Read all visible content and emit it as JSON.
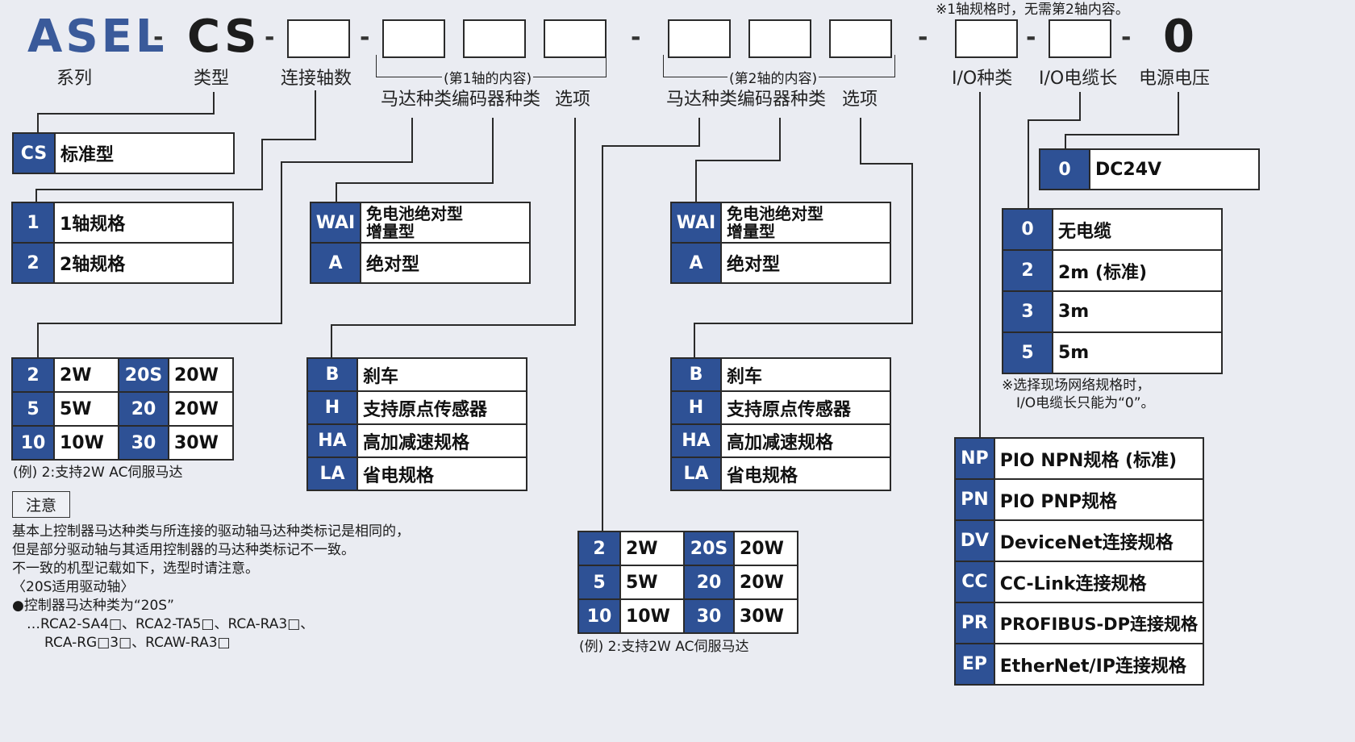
{
  "header": {
    "brand": "ASEL",
    "type": "CS",
    "tail": "0",
    "note_top": "※1轴规格时，无需第2轴内容。"
  },
  "labels": {
    "series": "系列",
    "type": "类型",
    "axes": "连接轴数",
    "axis1_group": "(第1轴的内容)",
    "axis2_group": "(第2轴的内容)",
    "motor": "马达种类",
    "encoder": "编码器种类",
    "option": "选项",
    "io_type": "I/O种类",
    "io_cable": "I/O电缆长",
    "voltage": "电源电压"
  },
  "type_table": [
    {
      "code": "CS",
      "desc": "标准型"
    }
  ],
  "axes_table": [
    {
      "code": "1",
      "desc": "1轴规格"
    },
    {
      "code": "2",
      "desc": "2轴规格"
    }
  ],
  "encoder_table": [
    {
      "code": "WAI",
      "desc": "免电池绝对型\n增量型"
    },
    {
      "code": "A",
      "desc": "绝对型"
    }
  ],
  "option_table": [
    {
      "code": "B",
      "desc": "刹车"
    },
    {
      "code": "H",
      "desc": "支持原点传感器"
    },
    {
      "code": "HA",
      "desc": "高加减速规格"
    },
    {
      "code": "LA",
      "desc": "省电规格"
    }
  ],
  "motor_table": [
    {
      "c1": "2",
      "d1": "2W",
      "c2": "20S",
      "d2": "20W"
    },
    {
      "c1": "5",
      "d1": "5W",
      "c2": "20",
      "d2": "20W"
    },
    {
      "c1": "10",
      "d1": "10W",
      "c2": "30",
      "d2": "30W"
    }
  ],
  "motor_example": "(例) 2:支持2W AC伺服马达",
  "voltage_table": [
    {
      "code": "0",
      "desc": "DC24V"
    }
  ],
  "cable_table": [
    {
      "code": "0",
      "desc": "无电缆"
    },
    {
      "code": "2",
      "desc": "2m (标准)"
    },
    {
      "code": "3",
      "desc": "3m"
    },
    {
      "code": "5",
      "desc": "5m"
    }
  ],
  "cable_note": [
    "※选择现场网络规格时，",
    "I/O电缆长只能为“0”。"
  ],
  "io_table": [
    {
      "code": "NP",
      "desc": "PIO NPN规格 (标准)"
    },
    {
      "code": "PN",
      "desc": "PIO PNP规格"
    },
    {
      "code": "DV",
      "desc": "DeviceNet连接规格"
    },
    {
      "code": "CC",
      "desc": "CC-Link连接规格"
    },
    {
      "code": "PR",
      "desc": "PROFIBUS-DP连接规格"
    },
    {
      "code": "EP",
      "desc": "EtherNet/IP连接规格"
    }
  ],
  "note": {
    "title": "注意",
    "lines": [
      "基本上控制器马达种类与所连接的驱动轴马达种类标记是相同的，",
      "但是部分驱动轴与其适用控制器的马达种类标记不一致。",
      "不一致的机型记载如下，选型时请注意。",
      "〈20S适用驱动轴〉",
      "●控制器马达种类为“20S”",
      "…RCA2-SA4□、RCA2-TA5□、RCA-RA3□、",
      "RCA-RG□3□、RCAW-RA3□"
    ]
  },
  "colors": {
    "code_bg": "#2e5195",
    "brand_blue": "#3a5a9a",
    "background": "#eaecf2"
  }
}
